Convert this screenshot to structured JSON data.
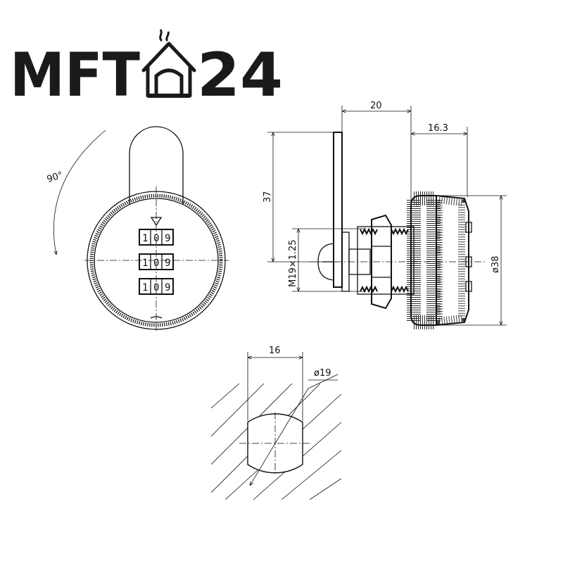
{
  "logo": {
    "left_text": "MFT",
    "right_text": "24",
    "icon": "house-icon"
  },
  "dimensions": {
    "rotation": "90°",
    "body_length": "20",
    "cam_offset": "16.3",
    "cam_height": "37",
    "thread": "M19×1.25",
    "diameter_dial": "ø38",
    "cutout_width": "16",
    "cutout_diameter": "ø19"
  },
  "dials": [
    [
      "1",
      "0",
      "9"
    ],
    [
      "1",
      "0",
      "9"
    ],
    [
      "1",
      "0",
      "9"
    ]
  ]
}
